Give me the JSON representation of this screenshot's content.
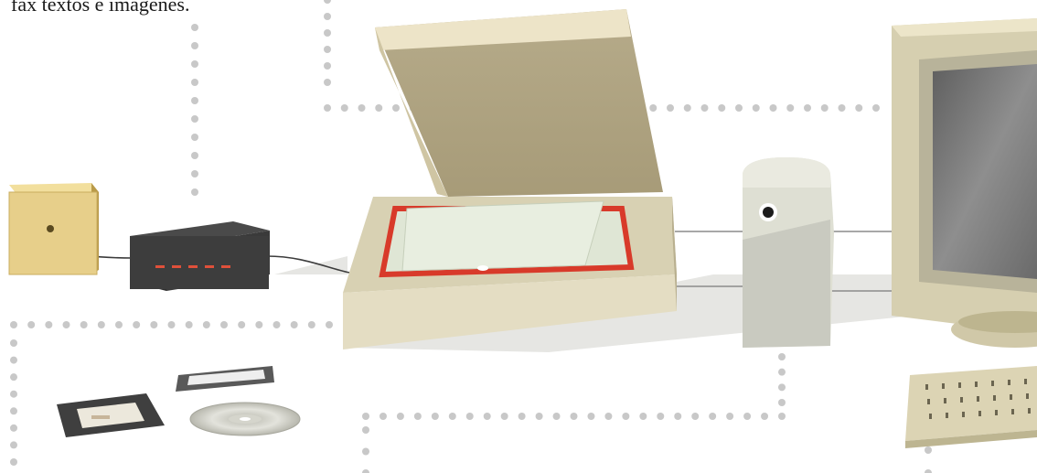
{
  "caption": "fax textos e imágenes.",
  "diagram": {
    "devices": [
      {
        "name": "wall-phone-jack",
        "label": ""
      },
      {
        "name": "modem",
        "label": ""
      },
      {
        "name": "flatbed-scanner",
        "label": ""
      },
      {
        "name": "scsi-drive",
        "label": ""
      },
      {
        "name": "computer-monitor",
        "label": ""
      },
      {
        "name": "keyboard",
        "label": ""
      },
      {
        "name": "slide-holders",
        "label": ""
      },
      {
        "name": "cd-disc",
        "label": ""
      }
    ],
    "colors": {
      "dots": "#c8c8c8",
      "device_beige": "#d8d1b3",
      "scanner_red": "#d83a2a",
      "modem_lights": "#e0503a",
      "wall_plate": "#e7cf8a"
    }
  }
}
